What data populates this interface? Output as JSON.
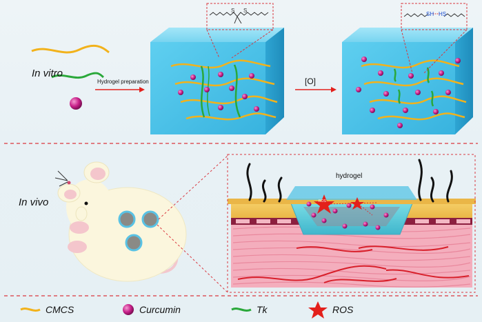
{
  "sections": {
    "in_vitro": "In vitro",
    "in_vivo": "In vivo"
  },
  "arrows": {
    "preparation": "Hydrogel preparation",
    "oxidation": "[O]"
  },
  "labels": {
    "hydrogel": "hydrogel",
    "ros_star_text": "ROS"
  },
  "legend": {
    "cmcs": "CMCS",
    "curcumin": "Curcumin",
    "tk": "Tk",
    "ros": "ROS"
  },
  "colors": {
    "cmcs": "#f2b21b",
    "curcumin": "#c8208a",
    "tk": "#2aa83a",
    "ros": "#e3201b",
    "hydrogel_cube": "#4fc3e8",
    "dashed_divider": "#d9363e",
    "muscle": "#f2a7b8"
  },
  "icons": {
    "mouse": "mouse-icon",
    "thioketal": "thioketal-structure-icon",
    "thiol": "thiol-structure-icon"
  }
}
